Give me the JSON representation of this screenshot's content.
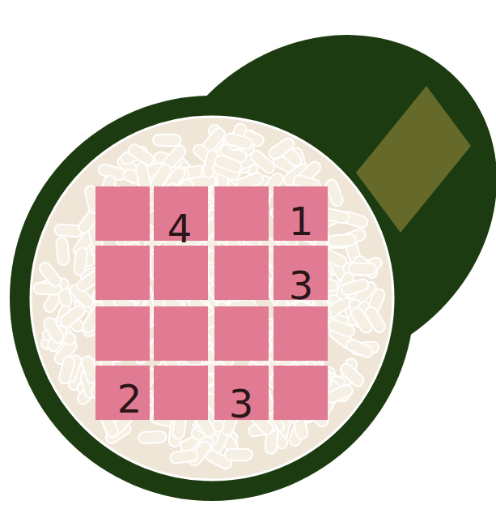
{
  "diagram": {
    "labels": [
      "4",
      "1",
      "3",
      "2",
      "3"
    ]
  }
}
